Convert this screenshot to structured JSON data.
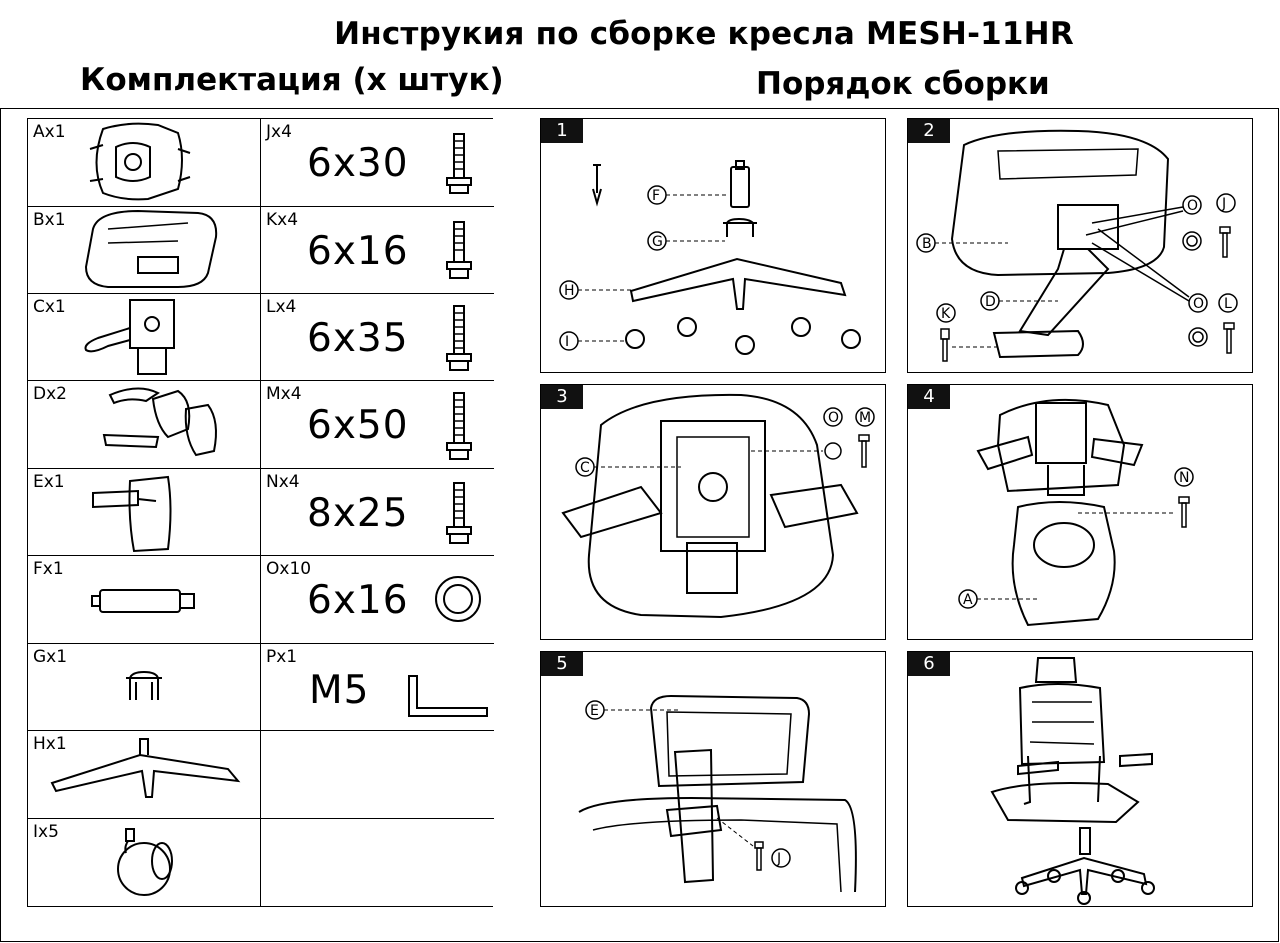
{
  "document": {
    "title": "Инструкия по сборке кресла MESH-11HR",
    "parts_heading": "Комплектация (x штук)",
    "assembly_heading": "Порядок сборки"
  },
  "parts": [
    {
      "code": "Ax1",
      "icon": "backrest-frame-icon"
    },
    {
      "code": "Jx4",
      "size": "6x30",
      "icon": "bolt-icon"
    },
    {
      "code": "Bx1",
      "icon": "seat-icon"
    },
    {
      "code": "Kx4",
      "size": "6x16",
      "icon": "bolt-icon"
    },
    {
      "code": "Cx1",
      "icon": "mechanism-icon"
    },
    {
      "code": "Lx4",
      "size": "6x35",
      "icon": "bolt-icon"
    },
    {
      "code": "Dx2",
      "icon": "armrest-icon"
    },
    {
      "code": "Mx4",
      "size": "6x50",
      "icon": "bolt-icon"
    },
    {
      "code": "Ex1",
      "icon": "headrest-icon"
    },
    {
      "code": "Nx4",
      "size": "8x25",
      "icon": "bolt-icon"
    },
    {
      "code": "Fx1",
      "icon": "gas-lift-icon"
    },
    {
      "code": "Ox10",
      "size": "6x16",
      "icon": "washer-icon"
    },
    {
      "code": "Gx1",
      "icon": "gas-lift-cover-icon"
    },
    {
      "code": "Px1",
      "size": "M5",
      "icon": "hex-key-icon"
    },
    {
      "code": "Hx1",
      "icon": "base-icon"
    },
    {
      "code": "Ix5",
      "icon": "caster-icon"
    }
  ],
  "steps": [
    {
      "number": "1",
      "labels": [
        "F",
        "G",
        "H",
        "I"
      ]
    },
    {
      "number": "2",
      "labels": [
        "B",
        "D",
        "K",
        "O",
        "J",
        "O",
        "L"
      ]
    },
    {
      "number": "3",
      "labels": [
        "C",
        "O",
        "M"
      ]
    },
    {
      "number": "4",
      "labels": [
        "A",
        "N"
      ]
    },
    {
      "number": "5",
      "labels": [
        "E",
        "J"
      ]
    },
    {
      "number": "6",
      "labels": []
    }
  ]
}
